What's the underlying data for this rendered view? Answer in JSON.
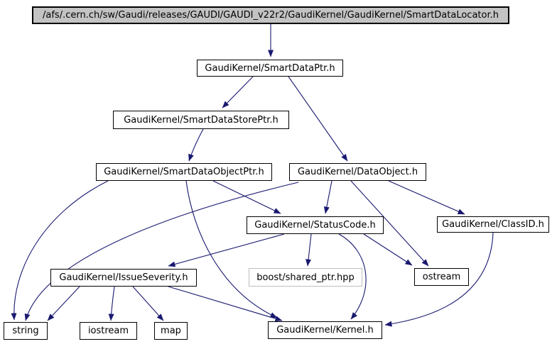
{
  "diagram": {
    "type": "include-dependency-graph",
    "background_color": "#ffffff",
    "edge_color": "#191970",
    "root_fill_color": "#c3c3c3",
    "node_border_color": "#000000",
    "external_border_color": "#bfbfbf",
    "nodes": {
      "root": {
        "label": "/afs/.cern.ch/sw/Gaudi/releases/GAUDI/GAUDI_v22r2/GaudiKernel/GaudiKernel/SmartDataLocator.h"
      },
      "smartdataptr": {
        "label": "GaudiKernel/SmartDataPtr.h"
      },
      "smartdatastoreptr": {
        "label": "GaudiKernel/SmartDataStorePtr.h"
      },
      "smartdataobjectptr": {
        "label": "GaudiKernel/SmartDataObjectPtr.h"
      },
      "dataobject": {
        "label": "GaudiKernel/DataObject.h"
      },
      "statuscode": {
        "label": "GaudiKernel/StatusCode.h"
      },
      "classid": {
        "label": "GaudiKernel/ClassID.h"
      },
      "issueseverity": {
        "label": "GaudiKernel/IssueSeverity.h"
      },
      "boost_shared_ptr": {
        "label": "boost/shared_ptr.hpp"
      },
      "ostream": {
        "label": "ostream"
      },
      "string": {
        "label": "string"
      },
      "iostream": {
        "label": "iostream"
      },
      "map": {
        "label": "map"
      },
      "kernel": {
        "label": "GaudiKernel/Kernel.h"
      }
    },
    "edges": [
      {
        "from": "root",
        "to": "smartdataptr"
      },
      {
        "from": "smartdataptr",
        "to": "smartdatastoreptr"
      },
      {
        "from": "smartdataptr",
        "to": "dataobject"
      },
      {
        "from": "smartdatastoreptr",
        "to": "smartdataobjectptr"
      },
      {
        "from": "smartdataobjectptr",
        "to": "statuscode"
      },
      {
        "from": "smartdataobjectptr",
        "to": "string"
      },
      {
        "from": "smartdataobjectptr",
        "to": "kernel"
      },
      {
        "from": "dataobject",
        "to": "statuscode"
      },
      {
        "from": "dataobject",
        "to": "classid"
      },
      {
        "from": "dataobject",
        "to": "ostream"
      },
      {
        "from": "dataobject",
        "to": "string"
      },
      {
        "from": "statuscode",
        "to": "issueseverity"
      },
      {
        "from": "statuscode",
        "to": "boost_shared_ptr"
      },
      {
        "from": "statuscode",
        "to": "ostream"
      },
      {
        "from": "statuscode",
        "to": "kernel"
      },
      {
        "from": "classid",
        "to": "kernel"
      },
      {
        "from": "issueseverity",
        "to": "string"
      },
      {
        "from": "issueseverity",
        "to": "iostream"
      },
      {
        "from": "issueseverity",
        "to": "map"
      },
      {
        "from": "issueseverity",
        "to": "kernel"
      }
    ]
  }
}
